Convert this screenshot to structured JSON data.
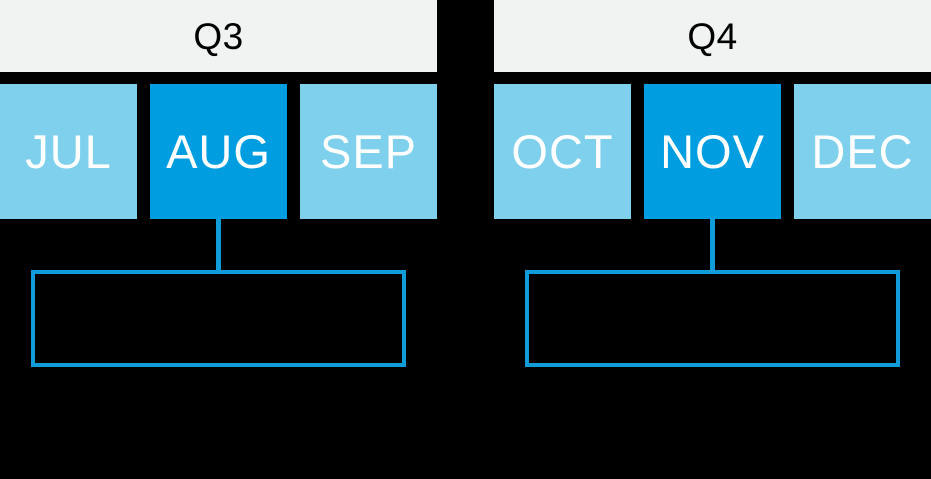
{
  "colors": {
    "canvas_bg": "#000000",
    "header_bg": "#f1f2f2",
    "header_text": "#000000",
    "month_inactive_bg": "#7ed0ec",
    "month_active_bg": "#009ee0",
    "month_text": "#ffffff",
    "connector": "#0f9cd8"
  },
  "quarters": [
    {
      "label": "Q3",
      "months": [
        {
          "label": "JUL",
          "highlighted": false
        },
        {
          "label": "AUG",
          "highlighted": true
        },
        {
          "label": "SEP",
          "highlighted": false
        }
      ],
      "callout": {
        "text": "",
        "connected_month": "AUG"
      }
    },
    {
      "label": "Q4",
      "months": [
        {
          "label": "OCT",
          "highlighted": false
        },
        {
          "label": "NOV",
          "highlighted": true
        },
        {
          "label": "DEC",
          "highlighted": false
        }
      ],
      "callout": {
        "text": "",
        "connected_month": "NOV"
      }
    }
  ]
}
